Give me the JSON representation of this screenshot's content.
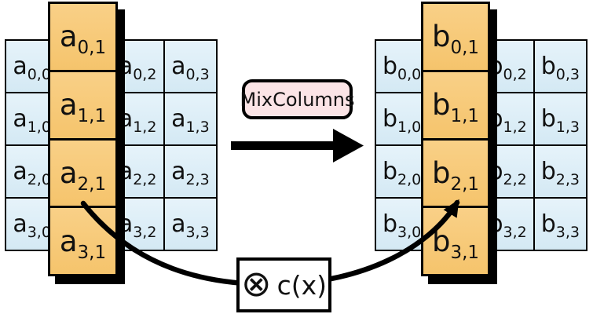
{
  "labels": {
    "operation": "MixColumns",
    "multiply_symbol": "⊗",
    "polynomial": "c(x)"
  },
  "left": {
    "grid": [
      {
        "base": "a",
        "sub": "0,0"
      },
      {
        "base": "",
        "sub": ""
      },
      {
        "base": "a",
        "sub": "0,2"
      },
      {
        "base": "a",
        "sub": "0,3"
      },
      {
        "base": "a",
        "sub": "1,0"
      },
      {
        "base": "",
        "sub": ""
      },
      {
        "base": "a",
        "sub": "1,2"
      },
      {
        "base": "a",
        "sub": "1,3"
      },
      {
        "base": "a",
        "sub": "2,0"
      },
      {
        "base": "",
        "sub": ""
      },
      {
        "base": "a",
        "sub": "2,2"
      },
      {
        "base": "a",
        "sub": "2,3"
      },
      {
        "base": "a",
        "sub": "3,0"
      },
      {
        "base": "",
        "sub": ""
      },
      {
        "base": "a",
        "sub": "3,2"
      },
      {
        "base": "a",
        "sub": "3,3"
      }
    ],
    "column": [
      {
        "base": "a",
        "sub": "0,1"
      },
      {
        "base": "a",
        "sub": "1,1"
      },
      {
        "base": "a",
        "sub": "2,1"
      },
      {
        "base": "a",
        "sub": "3,1"
      }
    ]
  },
  "right": {
    "grid": [
      {
        "base": "b",
        "sub": "0,0"
      },
      {
        "base": "",
        "sub": ""
      },
      {
        "base": "b",
        "sub": "0,2"
      },
      {
        "base": "b",
        "sub": "0,3"
      },
      {
        "base": "b",
        "sub": "1,0"
      },
      {
        "base": "",
        "sub": ""
      },
      {
        "base": "b",
        "sub": "1,2"
      },
      {
        "base": "b",
        "sub": "1,3"
      },
      {
        "base": "b",
        "sub": "2,0"
      },
      {
        "base": "",
        "sub": ""
      },
      {
        "base": "b",
        "sub": "2,2"
      },
      {
        "base": "b",
        "sub": "2,3"
      },
      {
        "base": "b",
        "sub": "3,0"
      },
      {
        "base": "",
        "sub": ""
      },
      {
        "base": "b",
        "sub": "3,2"
      },
      {
        "base": "b",
        "sub": "3,3"
      }
    ],
    "column": [
      {
        "base": "b",
        "sub": "0,1"
      },
      {
        "base": "b",
        "sub": "1,1"
      },
      {
        "base": "b",
        "sub": "2,1"
      },
      {
        "base": "b",
        "sub": "3,1"
      }
    ]
  },
  "colors": {
    "cell_blue": "#d9ecf7",
    "cell_orange": "#f7c977",
    "box_pink": "#fbe4e6",
    "ink": "#000000"
  },
  "icons": {
    "otimes": "circled-times-icon",
    "straight_arrow": "right-arrow",
    "curved_arrow": "curved-arrow-to-b21"
  }
}
